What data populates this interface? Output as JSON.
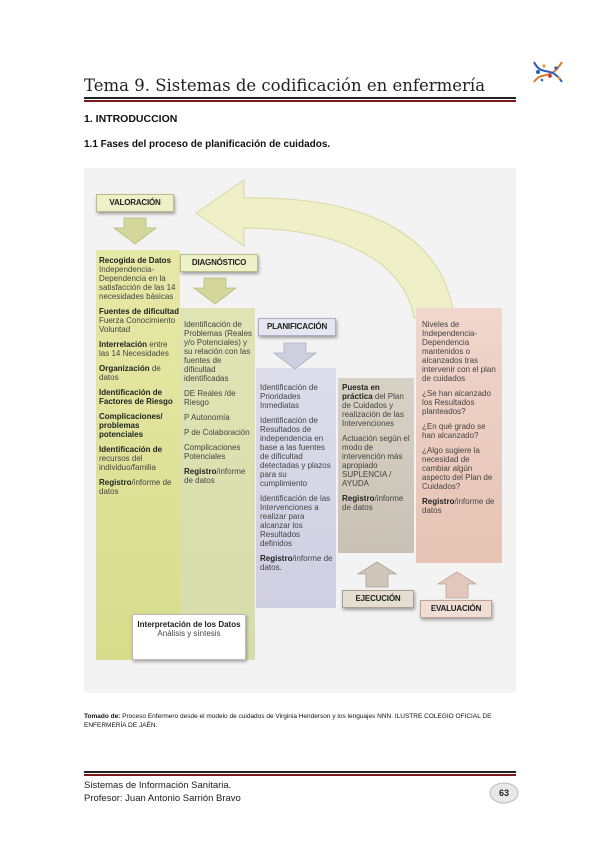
{
  "header": {
    "title": "Tema 9. Sistemas de codificación en enfermería",
    "logo_icon": "dna-molecule-icon",
    "line_color": "#7a1a1a"
  },
  "section": {
    "heading": "1. INTRODUCCION",
    "subheading": "1.1 Fases del proceso de planificación de cuidados."
  },
  "figure": {
    "valoracion": {
      "title": "VALORACIÓN",
      "items": [
        {
          "b": "Recogida de Datos",
          "t": "Independencia-Dependencia en la satisfacción de las 14 necesidades básicas"
        },
        {
          "b": "Fuentes de dificultad",
          "t": "Fuerza Conocimiento Voluntad"
        },
        {
          "b": "Interrelación",
          "t": "entre las 14 Necesidades"
        },
        {
          "b": "Organización",
          "t": "de datos"
        },
        {
          "b": "Identificación de Factores de Riesgo",
          "t": ""
        },
        {
          "b": "Complicaciones/ problemas potenciales",
          "t": ""
        },
        {
          "b": "Identificación de",
          "t": "recursos del individuo/familia"
        },
        {
          "b": "Registro",
          "t": "/informe de datos"
        }
      ]
    },
    "interpretacion": {
      "title": "Interpretación de los Datos",
      "subtitle": "Análisis y síntesis"
    },
    "diagnostico": {
      "title": "DIAGNÓSTICO",
      "items": [
        {
          "b": "",
          "t": "Identificación de Problemas (Reales y/o Potenciales) y su relación con las fuentes de dificultad identificadas"
        },
        {
          "b": "",
          "t": "DE Reales /de Riesgo"
        },
        {
          "b": "",
          "t": "P Autonomía"
        },
        {
          "b": "",
          "t": "P de Colaboración"
        },
        {
          "b": "",
          "t": "Complicaciones Potenciales"
        },
        {
          "b": "Registro",
          "t": "/informe de datos"
        }
      ]
    },
    "planificacion": {
      "title": "PLANIFICACIÓN",
      "items": [
        {
          "b": "",
          "t": "Identificación de Prioridades Inmediatas"
        },
        {
          "b": "",
          "t": "Identificación de Resultados de independencia en base a las fuentes de dificultad detectadas y plazos para su cumplimiento"
        },
        {
          "b": "",
          "t": "Identificación de las Intervenciones a realizar para alcanzar los Resultados definidos"
        },
        {
          "b": "Registro",
          "t": "/informe de datos."
        }
      ]
    },
    "ejecucion": {
      "title": "EJECUCIÓN",
      "items": [
        {
          "b": "Puesta en práctica",
          "t": "del Plan de Cuidados y realización de las Intervenciones"
        },
        {
          "b": "",
          "t": "Actuación según el modo de intervención más apropiado SUPLENCIA / AYUDA"
        },
        {
          "b": "Registro",
          "t": "/informe de datos"
        }
      ]
    },
    "evaluacion": {
      "title": "EVALUACIÓN",
      "items": [
        {
          "b": "",
          "t": "Niveles de Independencia-Dependencia mantenidos o alcanzados tras intervenir con el plan de cuidados"
        },
        {
          "b": "",
          "t": "¿Se han alcanzado los Resultados planteados?"
        },
        {
          "b": "",
          "t": "¿En qué grado se han alcanzado?"
        },
        {
          "b": "",
          "t": "¿Algo sugiere la necesidad de cambiar algún aspecto del Plan de Cuidados?"
        },
        {
          "b": "Registro",
          "t": "/informe de datos"
        }
      ]
    }
  },
  "source": {
    "label": "Tomado de:",
    "text": "Proceso Enfermero desde el modelo de cuidados de Virginia Henderson y los lenguajes NNN. ILUSTRE COLEGIO OFICIAL DE ENFERMERÍA DE JAÉN."
  },
  "footer": {
    "line1": "Sistemas de Información Sanitaria.",
    "line2": "Profesor: Juan Antonio Sarrión Bravo",
    "page": "63"
  }
}
